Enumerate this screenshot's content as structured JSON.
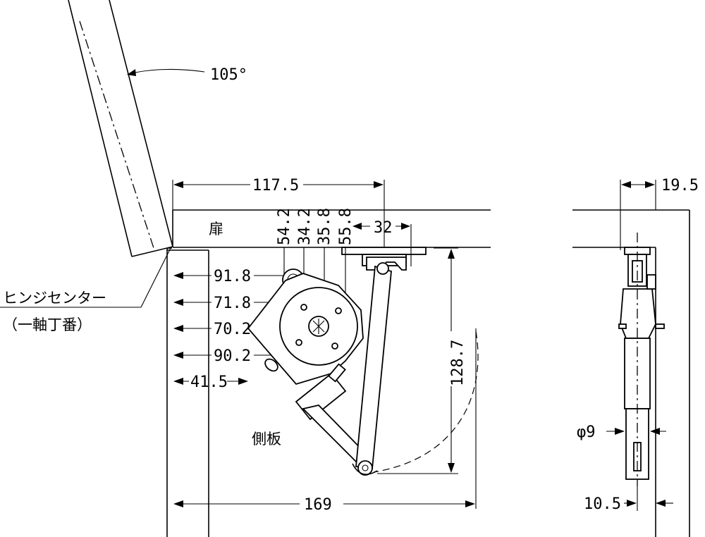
{
  "labels": {
    "door": "扉",
    "side_panel": "側板",
    "hinge_center_1": "ヒンジセンター",
    "hinge_center_2": "（一軸丁番）"
  },
  "dimensions": {
    "angle": "105°",
    "d117_5": "117.5",
    "d32": "32",
    "d54_2": "54.2",
    "d34_2": "34.2",
    "d35_8": "35.8",
    "d55_8": "55.8",
    "d91_8": "91.8",
    "d71_8": "71.8",
    "d70_2": "70.2",
    "d90_2": "90.2",
    "d41_5": "41.5",
    "d128_7": "128.7",
    "d169": "169",
    "d19_5": "19.5",
    "phi9": "φ9",
    "d10_5": "10.5"
  }
}
